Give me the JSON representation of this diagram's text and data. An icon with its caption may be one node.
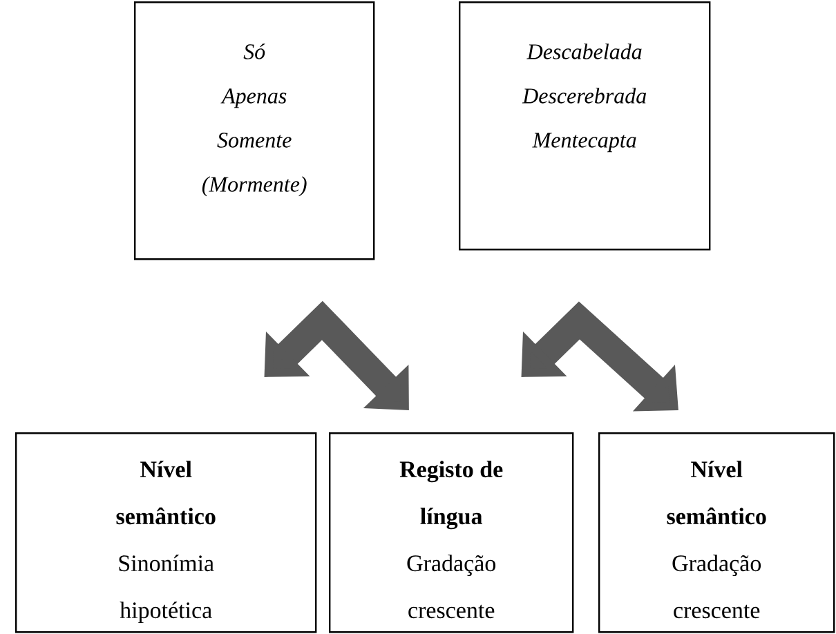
{
  "diagram": {
    "nodes": [
      {
        "text": [
          "Só",
          "Apenas",
          "Somente",
          "(Mormente)"
        ]
      },
      {
        "text": [
          "Descabelada",
          "Descerebrada",
          "Mentecapta"
        ]
      },
      {
        "text": [
          "Nível semântico",
          "Sinonímia hipotética"
        ]
      },
      {
        "text": [
          "Registo de língua",
          "Gradação crescente"
        ]
      },
      {
        "text": [
          "Nível semântico",
          "Gradação crescente"
        ]
      }
    ],
    "edges": [
      {
        "from": 2,
        "to": 3,
        "arrow": "both"
      },
      {
        "from": 3,
        "to": 4,
        "arrow": "both"
      }
    ]
  }
}
